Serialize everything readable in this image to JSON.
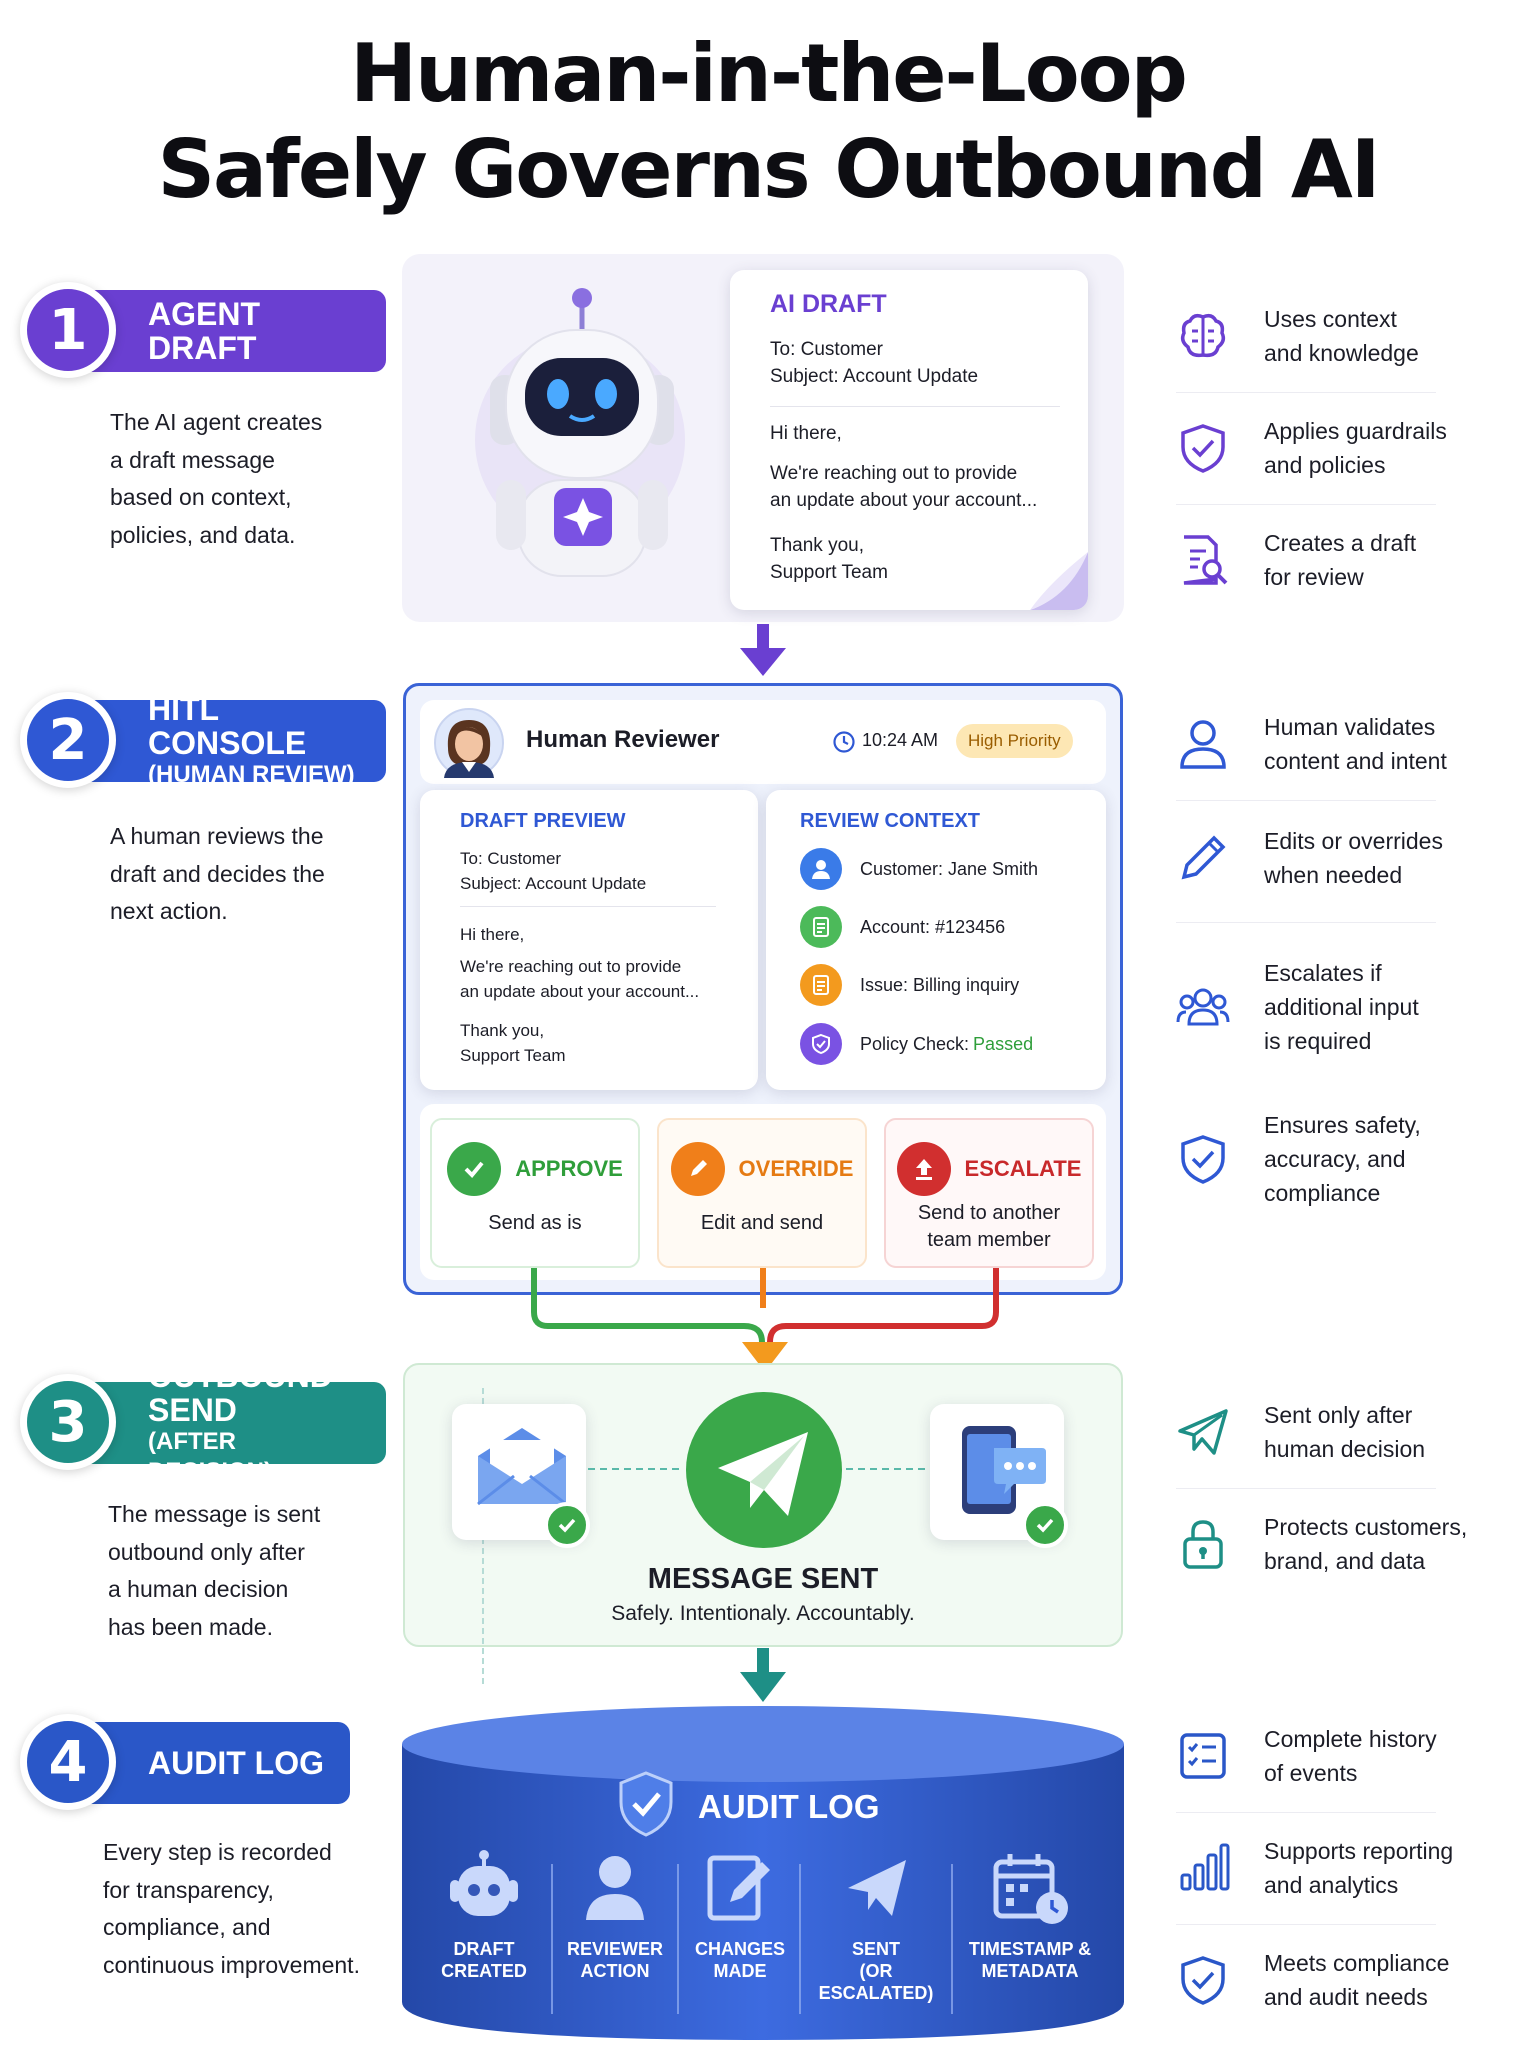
{
  "title": {
    "line1": "Human-in-the-Loop",
    "line2": "Safely Governs Outbound AI"
  },
  "steps": [
    {
      "number": "1",
      "label": "AGENT DRAFT",
      "sublabel": "",
      "color": "#6a3fd1",
      "description": "The AI agent creates\na draft message\nbased on context,\npolicies, and data."
    },
    {
      "number": "2",
      "label": "HITL CONSOLE",
      "sublabel": "(HUMAN REVIEW)",
      "color": "#2f58d4",
      "description": "A human reviews the\ndraft and decides the\nnext action."
    },
    {
      "number": "3",
      "label": "OUTBOUND SEND",
      "sublabel": "(AFTER DECISION)",
      "color": "#1e8f86",
      "description": "The message is sent\noutbound only after\na human decision\nhas been made."
    },
    {
      "number": "4",
      "label": "AUDIT LOG",
      "sublabel": "",
      "color": "#2a57c8",
      "description": "Every step is recorded\nfor transparency,\ncompliance, and\ncontinuous improvement."
    }
  ],
  "ai_draft": {
    "header": "AI DRAFT",
    "to": "To: Customer",
    "subject": "Subject: Account Update",
    "greeting": "Hi there,",
    "body": "We're reaching out to provide\nan update about your account...",
    "signoff": "Thank you,\nSupport Team"
  },
  "console": {
    "reviewer": "Human Reviewer",
    "time": "10:24 AM",
    "priority": "High Priority",
    "preview": {
      "header": "DRAFT PREVIEW",
      "to": "To: Customer",
      "subject": "Subject: Account Update",
      "greeting": "Hi there,",
      "body": "We're reaching out to provide\nan update about your account...",
      "signoff": "Thank you,\nSupport Team"
    },
    "context": {
      "header": "REVIEW CONTEXT",
      "customer": "Customer: Jane Smith",
      "account": "Account: #123456",
      "issue": "Issue: Billing inquiry",
      "policy_label": "Policy Check: ",
      "policy_status": "Passed"
    },
    "actions": [
      {
        "label": "APPROVE",
        "sub": "Send as is",
        "color": "#3aa84a"
      },
      {
        "label": "OVERRIDE",
        "sub": "Edit and send",
        "color": "#f07f1a"
      },
      {
        "label": "ESCALATE",
        "sub": "Send to another\nteam member",
        "color": "#d12f2f"
      }
    ]
  },
  "sent": {
    "title": "MESSAGE SENT",
    "subtitle": "Safely. Intentionaly. Accountably."
  },
  "audit": {
    "title": "AUDIT LOG",
    "items": [
      "DRAFT\nCREATED",
      "REVIEWER\nACTION",
      "CHANGES\nMADE",
      "SENT\n(OR ESCALATED)",
      "TIMESTAMP &\nMETADATA"
    ]
  },
  "features": [
    {
      "icon": "brain-icon",
      "text": "Uses context\nand knowledge",
      "color": "#6a3fd1"
    },
    {
      "icon": "shield-check-icon",
      "text": "Applies guardrails\nand policies",
      "color": "#6a3fd1"
    },
    {
      "icon": "document-search-icon",
      "text": "Creates a draft\nfor review",
      "color": "#6a3fd1"
    },
    {
      "icon": "user-icon",
      "text": "Human validates\ncontent and intent",
      "color": "#2f58d4"
    },
    {
      "icon": "pencil-icon",
      "text": "Edits or overrides\nwhen needed",
      "color": "#2f58d4"
    },
    {
      "icon": "users-icon",
      "text": "Escalates if\nadditional input\nis required",
      "color": "#2f58d4"
    },
    {
      "icon": "shield-check-icon",
      "text": "Ensures safety,\naccuracy, and\ncompliance",
      "color": "#2f58d4"
    },
    {
      "icon": "send-icon",
      "text": "Sent only after\nhuman decision",
      "color": "#1e8f86"
    },
    {
      "icon": "lock-icon",
      "text": "Protects customers,\nbrand, and data",
      "color": "#1e8f86"
    },
    {
      "icon": "checklist-icon",
      "text": "Complete history\nof events",
      "color": "#2a57c8"
    },
    {
      "icon": "bar-chart-icon",
      "text": "Supports reporting\nand analytics",
      "color": "#2a57c8"
    },
    {
      "icon": "shield-check-icon",
      "text": "Meets compliance\nand audit needs",
      "color": "#2a57c8"
    }
  ]
}
